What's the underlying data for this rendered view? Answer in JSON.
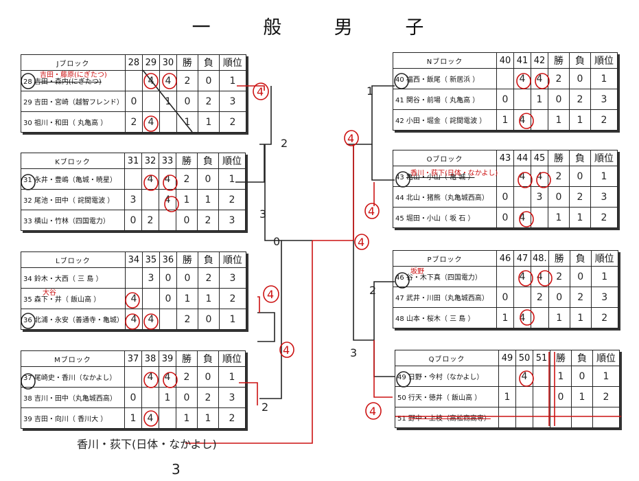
{
  "title": "一 般 男 子",
  "headers": {
    "wins": "勝",
    "losses": "負",
    "rank": "順位"
  },
  "left_blocks": [
    {
      "id": "J",
      "name": "Jブロック",
      "cols": [
        "28",
        "29",
        "30"
      ],
      "rows": [
        {
          "no": "28",
          "pair": "吉田・森内(にぎたつ)",
          "cells": [
            "",
            "4",
            "4"
          ],
          "win": "2",
          "loss": "0",
          "rank": "1"
        },
        {
          "no": "29",
          "pair": "吉田・宮崎（越智フレンド）",
          "cells": [
            "0",
            "",
            "1"
          ],
          "win": "0",
          "loss": "2",
          "rank": "3"
        },
        {
          "no": "30",
          "pair": "祖川・和田（ 丸亀高 ）",
          "cells": [
            "2",
            "4",
            ""
          ],
          "win": "1",
          "loss": "1",
          "rank": "2"
        }
      ]
    },
    {
      "id": "K",
      "name": "Kブロック",
      "cols": [
        "31",
        "32",
        "33"
      ],
      "rows": [
        {
          "no": "31",
          "pair": "永井・豊嶋（亀城・暁星）",
          "cells": [
            "",
            "4",
            "4"
          ],
          "win": "2",
          "loss": "0",
          "rank": "1"
        },
        {
          "no": "32",
          "pair": "尾池・田中（ 詫間電波 ）",
          "cells": [
            "3",
            "",
            "4"
          ],
          "win": "1",
          "loss": "1",
          "rank": "2"
        },
        {
          "no": "33",
          "pair": "横山・竹林（四国電力）",
          "cells": [
            "0",
            "2",
            ""
          ],
          "win": "0",
          "loss": "2",
          "rank": "3"
        }
      ]
    },
    {
      "id": "L",
      "name": "Lブロック",
      "cols": [
        "34",
        "35",
        "36"
      ],
      "rows": [
        {
          "no": "34",
          "pair": "鈴木・大西（ 三 島 ）",
          "cells": [
            "",
            "3",
            "0"
          ],
          "win": "0",
          "loss": "2",
          "rank": "3"
        },
        {
          "no": "35",
          "pair": "森下・井（ 飯山高 ）",
          "cells": [
            "4",
            "",
            "0"
          ],
          "win": "1",
          "loss": "1",
          "rank": "2"
        },
        {
          "no": "36",
          "pair": "北浦・永安（善通寺・亀城）",
          "cells": [
            "4",
            "4",
            ""
          ],
          "win": "2",
          "loss": "0",
          "rank": "1"
        }
      ]
    },
    {
      "id": "M",
      "name": "Mブロック",
      "cols": [
        "37",
        "38",
        "39"
      ],
      "rows": [
        {
          "no": "37",
          "pair": "尾崎史・香川（なかよし）",
          "cells": [
            "",
            "4",
            "4"
          ],
          "win": "2",
          "loss": "0",
          "rank": "1"
        },
        {
          "no": "38",
          "pair": "吉川・田中（丸亀城西高）",
          "cells": [
            "0",
            "",
            "1"
          ],
          "win": "0",
          "loss": "2",
          "rank": "3"
        },
        {
          "no": "39",
          "pair": "吉田・向川（ 香川大 ）",
          "cells": [
            "1",
            "4",
            ""
          ],
          "win": "1",
          "loss": "1",
          "rank": "2"
        }
      ]
    }
  ],
  "right_blocks": [
    {
      "id": "N",
      "name": "Nブロック",
      "cols": [
        "40",
        "41",
        "42"
      ],
      "rows": [
        {
          "no": "40",
          "pair": "福西・飯尾（ 新居浜 ）",
          "cells": [
            "",
            "4",
            "4"
          ],
          "win": "2",
          "loss": "0",
          "rank": "1"
        },
        {
          "no": "41",
          "pair": "関谷・前場（ 丸亀高 ）",
          "cells": [
            "0",
            "",
            "1"
          ],
          "win": "0",
          "loss": "2",
          "rank": "3"
        },
        {
          "no": "42",
          "pair": "小田・堀金（ 詫間電波 ）",
          "cells": [
            "1",
            "4",
            ""
          ],
          "win": "1",
          "loss": "1",
          "rank": "2"
        }
      ]
    },
    {
      "id": "O",
      "name": "Oブロック",
      "cols": [
        "43",
        "44",
        "45"
      ],
      "rows": [
        {
          "no": "43",
          "pair": "亀山・小山（ 亀 城 ）",
          "cells": [
            "",
            "4",
            "4"
          ],
          "win": "2",
          "loss": "0",
          "rank": "1"
        },
        {
          "no": "44",
          "pair": "北山・猪熊（丸亀城西高）",
          "cells": [
            "0",
            "",
            "3"
          ],
          "win": "0",
          "loss": "2",
          "rank": "3"
        },
        {
          "no": "45",
          "pair": "堀田・小山（ 坂 石 ）",
          "cells": [
            "0",
            "4",
            ""
          ],
          "win": "1",
          "loss": "1",
          "rank": "2"
        }
      ]
    },
    {
      "id": "P",
      "name": "Pブロック",
      "cols": [
        "46",
        "47",
        "48."
      ],
      "rows": [
        {
          "no": "46",
          "pair": "谷・木下真（四国電力）",
          "cells": [
            "",
            "4",
            "4"
          ],
          "win": "2",
          "loss": "0",
          "rank": "1"
        },
        {
          "no": "47",
          "pair": "武井・川田（丸亀城西高）",
          "cells": [
            "0",
            "",
            "2"
          ],
          "win": "0",
          "loss": "2",
          "rank": "3"
        },
        {
          "no": "48",
          "pair": "山本・桜木（ 三 島 ）",
          "cells": [
            "1",
            "4",
            ""
          ],
          "win": "1",
          "loss": "1",
          "rank": "2"
        }
      ]
    },
    {
      "id": "Q",
      "name": "Qブロック",
      "cols": [
        "49",
        "50",
        "51"
      ],
      "rows": [
        {
          "no": "49",
          "pair": "日野・今村（なかよし）",
          "cells": [
            "",
            "4",
            ""
          ],
          "win": "1",
          "loss": "0",
          "rank": "1"
        },
        {
          "no": "50",
          "pair": "行天・徳井（ 飯山高 ）",
          "cells": [
            "1",
            "",
            ""
          ],
          "win": "0",
          "loss": "1",
          "rank": "2"
        },
        {
          "no": "51",
          "pair": "野中・上枝（高松商高専）",
          "cells": [
            "",
            "",
            ""
          ],
          "win": "",
          "loss": "",
          "rank": ""
        }
      ]
    }
  ],
  "annotations": {
    "j28": "吉田・藤原(にぎたつ)",
    "o43": "香川・荻下(日体・なかよし)",
    "p46": "坂野",
    "l35": "大谷",
    "bottom": "香川・荻下(日体・なかよし)",
    "bottom_score": "3"
  },
  "bracket_scores": {
    "left_j": "4",
    "left_jk_mid": "2",
    "left_k": "3",
    "left_center": "0",
    "left_l": "4",
    "left_m": "2",
    "left_lm": "4",
    "right_n": "1",
    "right_o_top": "4",
    "right_o": "4",
    "right_center": "4",
    "right_p": "2",
    "right_pq": "3",
    "right_q": "4"
  },
  "colors": {
    "ink": "#111111",
    "red": "#cc1111",
    "line": "#222222"
  }
}
